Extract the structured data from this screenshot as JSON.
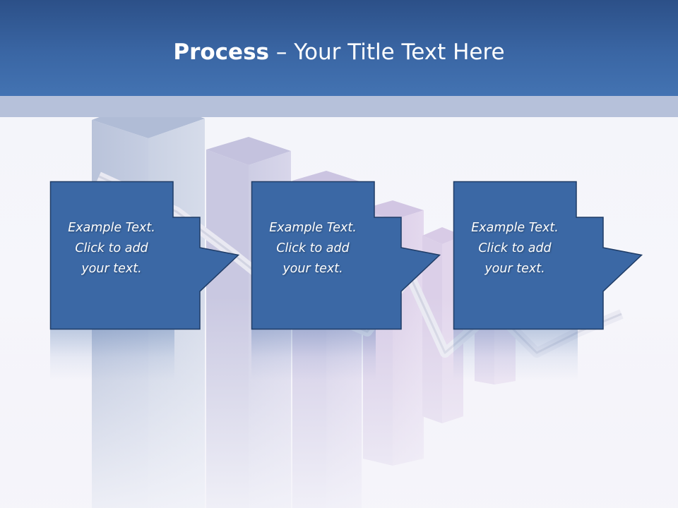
{
  "title": {
    "bold": "Process",
    "rest": " – Your Title Text Here"
  },
  "steps": [
    {
      "lines": [
        "Example Text.",
        "Click  to add",
        "your text."
      ]
    },
    {
      "lines": [
        "Example Text.",
        "Click  to add",
        "your text."
      ]
    },
    {
      "lines": [
        "Example Text.",
        "Click  to add",
        "your text."
      ]
    }
  ],
  "colors": {
    "header": "#3a66a4",
    "subband": "#b6c1da",
    "box_fill": "#3b68a5",
    "box_border": "#1f3c66",
    "text": "#ffffff"
  },
  "icons": {
    "background": "3d-bar-chart-graphic",
    "connector": "right-arrow"
  }
}
